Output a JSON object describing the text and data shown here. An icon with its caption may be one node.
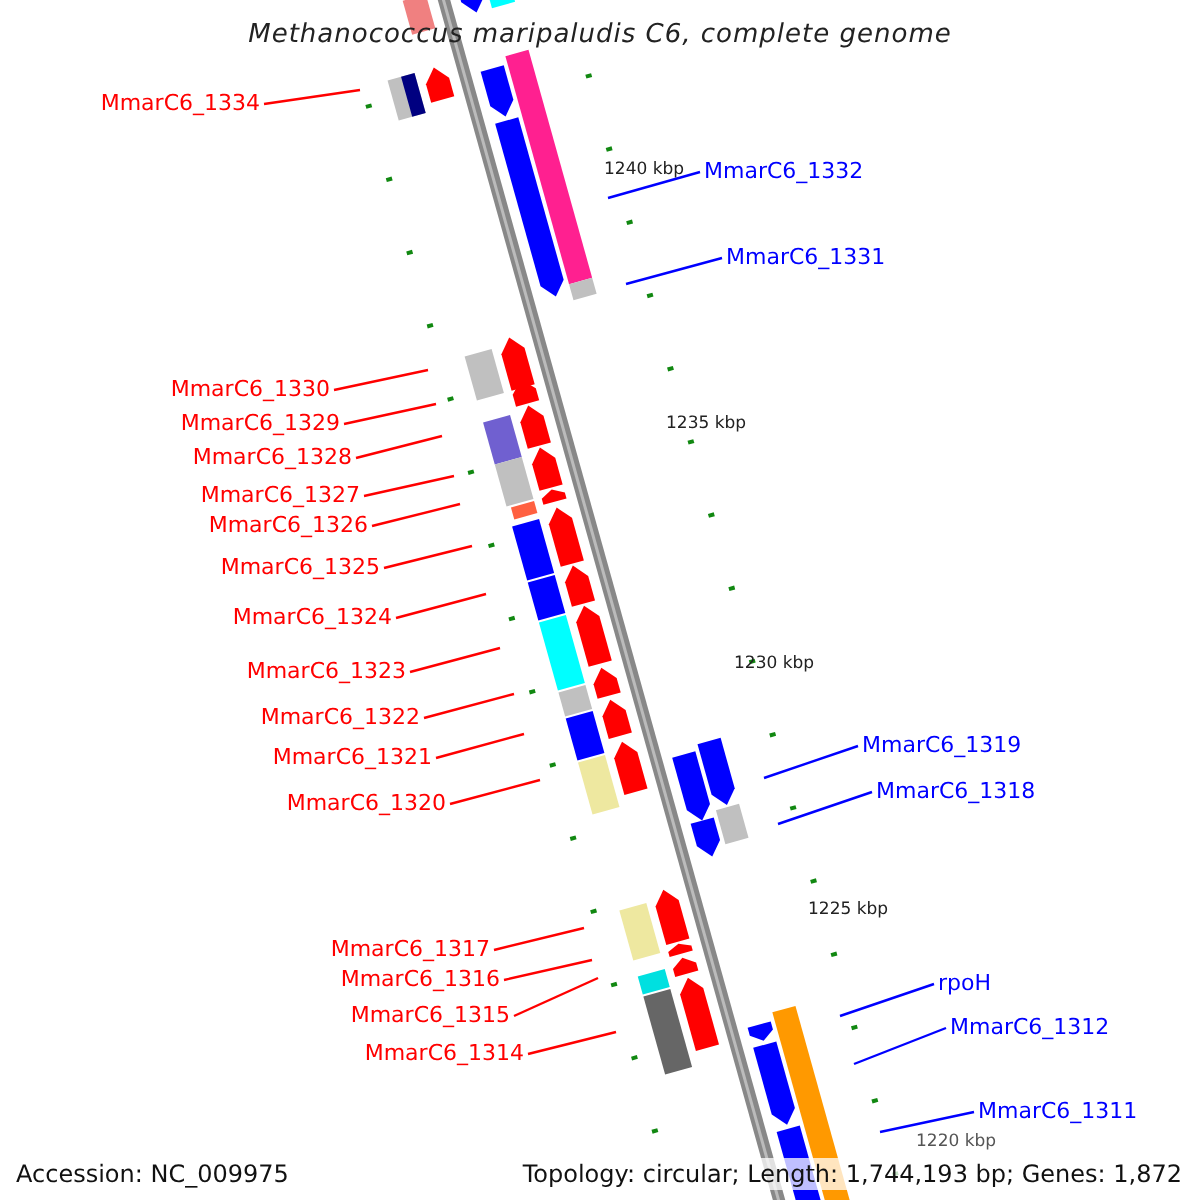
{
  "diagram": {
    "title": "Methanococcus maripaludis C6, complete genome",
    "nodes": [
      {
        "text": [
          "MmarC6_1334"
        ]
      },
      {
        "text": [
          "MmarC6_1332"
        ]
      },
      {
        "text": [
          "MmarC6_1331"
        ]
      },
      {
        "text": [
          "MmarC6_1330"
        ]
      },
      {
        "text": [
          "MmarC6_1329"
        ]
      },
      {
        "text": [
          "MmarC6_1328"
        ]
      },
      {
        "text": [
          "MmarC6_1327"
        ]
      },
      {
        "text": [
          "MmarC6_1326"
        ]
      },
      {
        "text": [
          "MmarC6_1325"
        ]
      },
      {
        "text": [
          "MmarC6_1324"
        ]
      },
      {
        "text": [
          "MmarC6_1323"
        ]
      },
      {
        "text": [
          "MmarC6_1322"
        ]
      },
      {
        "text": [
          "MmarC6_1321"
        ]
      },
      {
        "text": [
          "MmarC6_1320"
        ]
      },
      {
        "text": [
          "MmarC6_1319"
        ]
      },
      {
        "text": [
          "MmarC6_1318"
        ]
      },
      {
        "text": [
          "MmarC6_1317"
        ]
      },
      {
        "text": [
          "MmarC6_1316"
        ]
      },
      {
        "text": [
          "MmarC6_1315"
        ]
      },
      {
        "text": [
          "MmarC6_1314"
        ]
      },
      {
        "text": [
          "rpoH"
        ]
      },
      {
        "text": [
          "MmarC6_1312"
        ]
      },
      {
        "text": [
          "MmarC6_1311"
        ]
      }
    ],
    "edges": [
      {
        "from": 0,
        "to": null,
        "arrow": "none"
      },
      {
        "from": 1,
        "to": null,
        "arrow": "none",
        "color": "#0000ff"
      },
      {
        "from": 2,
        "to": null,
        "arrow": "none",
        "color": "#0000ff"
      },
      {
        "from": 3,
        "to": null,
        "arrow": "none"
      },
      {
        "from": 4,
        "to": null,
        "arrow": "none"
      },
      {
        "from": 5,
        "to": null,
        "arrow": "none"
      },
      {
        "from": 6,
        "to": null,
        "arrow": "none"
      },
      {
        "from": 7,
        "to": null,
        "arrow": "none"
      },
      {
        "from": 8,
        "to": null,
        "arrow": "none"
      },
      {
        "from": 9,
        "to": null,
        "arrow": "none"
      },
      {
        "from": 10,
        "to": null,
        "arrow": "none"
      },
      {
        "from": 11,
        "to": null,
        "arrow": "none"
      },
      {
        "from": 12,
        "to": null,
        "arrow": "none"
      },
      {
        "from": 13,
        "to": null,
        "arrow": "none"
      },
      {
        "from": 14,
        "to": null,
        "arrow": "none",
        "color": "#0000ff"
      },
      {
        "from": 15,
        "to": null,
        "arrow": "none",
        "color": "#0000ff"
      },
      {
        "from": 16,
        "to": null,
        "arrow": "none"
      },
      {
        "from": 17,
        "to": null,
        "arrow": "none"
      },
      {
        "from": 18,
        "to": null,
        "arrow": "none"
      },
      {
        "from": 19,
        "to": null,
        "arrow": "none"
      },
      {
        "from": 20,
        "to": null,
        "arrow": "none",
        "color": "#0000ff"
      },
      {
        "from": 21,
        "to": null,
        "arrow": "none",
        "color": "#0000ff"
      },
      {
        "from": 22,
        "to": null,
        "arrow": "none",
        "color": "#0000ff"
      }
    ],
    "labels": [
      "1240 kbp",
      "1235 kbp",
      "1230 kbp",
      "1225 kbp",
      "1220 kbp",
      "Accession: NC_009975",
      "Topology: circular; Length: 1,744,193 bp; Genes: 1,872"
    ]
  }
}
